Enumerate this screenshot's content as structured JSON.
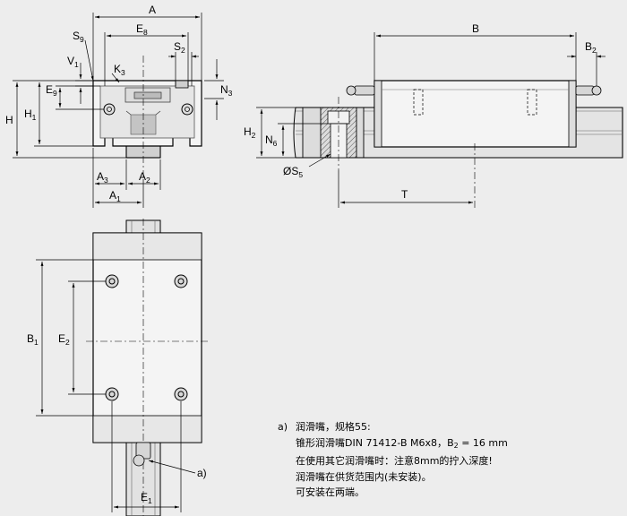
{
  "labels": {
    "A": "A",
    "E8": {
      "main": "E",
      "sub": "8"
    },
    "S2": {
      "main": "S",
      "sub": "2"
    },
    "S9": {
      "main": "S",
      "sub": "9"
    },
    "V1": {
      "main": "V",
      "sub": "1"
    },
    "K3": {
      "main": "K",
      "sub": "3"
    },
    "N3": {
      "main": "N",
      "sub": "3"
    },
    "E9": {
      "main": "E",
      "sub": "9"
    },
    "H1": {
      "main": "H",
      "sub": "1"
    },
    "H": "H",
    "A3": {
      "main": "A",
      "sub": "3"
    },
    "A2": {
      "main": "A",
      "sub": "2"
    },
    "A1": {
      "main": "A",
      "sub": "1"
    },
    "B": "B",
    "B2": {
      "main": "B",
      "sub": "2"
    },
    "H2": {
      "main": "H",
      "sub": "2"
    },
    "N6": {
      "main": "N",
      "sub": "6"
    },
    "S5": {
      "main": "ØS",
      "sub": "5"
    },
    "T": "T",
    "B1": {
      "main": "B",
      "sub": "1"
    },
    "E2": {
      "main": "E",
      "sub": "2"
    },
    "E1": {
      "main": "E",
      "sub": "1"
    },
    "a_marker": "a)"
  },
  "note": {
    "marker": "a)",
    "line1": "润滑嘴，规格55:",
    "line2_a": "锥形润滑嘴DIN 71412-B M6x8，",
    "line2_b": "B",
    "line2_sub": "2",
    "line2_c": " = 16 mm",
    "line3": "在使用其它润滑嘴时：注意8mm的拧入深度!",
    "line4": "润滑嘴在供货范围内(未安装)。",
    "line5": "可安装在两端。"
  }
}
